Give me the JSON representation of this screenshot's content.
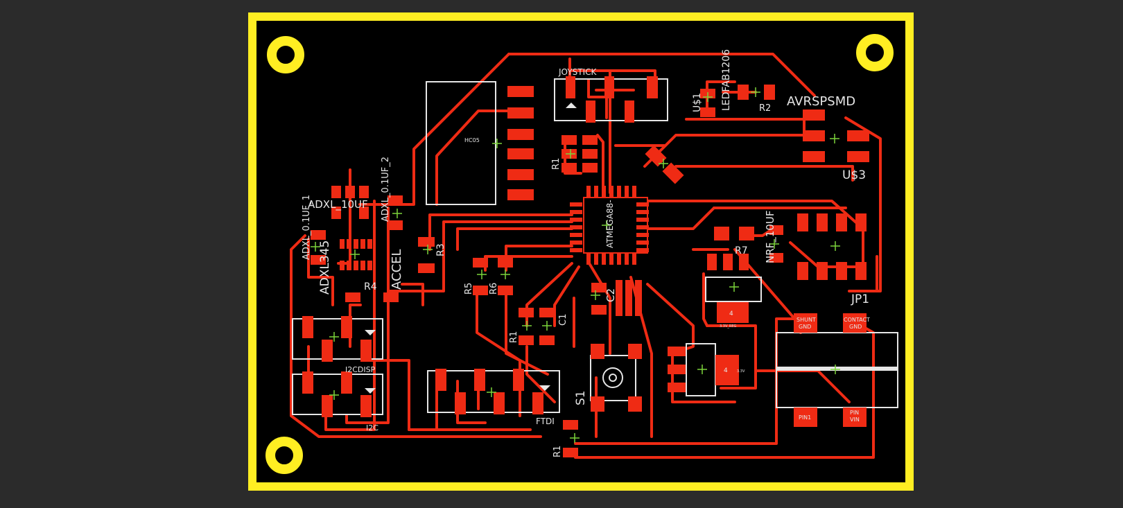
{
  "colors": {
    "background": "#2b2b2b",
    "board": "#000000",
    "outline": "#ffee22",
    "trace": "#ef2b14",
    "pad": "#ef2b14",
    "silk": "#e6e6e6",
    "origin": "#7cd43a"
  },
  "components": {
    "c1": "C1",
    "c2": "C2",
    "r1_top": "R1",
    "r1_bottom": "R1",
    "r1_lower": "R1",
    "r2": "R2",
    "r3": "R3",
    "r4": "R4",
    "r5": "R5",
    "r6": "R6",
    "r7": "R7",
    "s1": "S1",
    "jp1": "JP1",
    "joystick": "JOYSTICK",
    "avrspsmd": "AVRSPSMD",
    "u1": "U$1",
    "u3": "U$3",
    "led": "LEDFAB1206",
    "atmega": "ATMEGA88-",
    "accel": "ACCEL",
    "adxl_1": "ADXL_0.1UF_1",
    "adxl_2": "ADXL_0.1UF_2",
    "adxl_10uf": "ADXL_10UF",
    "adxl_main": "ADXL345",
    "nrf": "NRF_10UF",
    "i2cdisp": "I2CDISP",
    "i2c": "I2C",
    "ftdi": "FTDI",
    "hc05": "HC05",
    "pad4a": "4",
    "pad4b": "4",
    "shunt_gnd": [
      "SHUNT",
      "GND"
    ],
    "contact_gnd": [
      "CONTACT",
      "GND"
    ],
    "pin1": "PIN1",
    "pin_vin": [
      "PIN",
      "VIN"
    ],
    "small_a": "3.3V_REG",
    "small_b": "3.3V"
  }
}
